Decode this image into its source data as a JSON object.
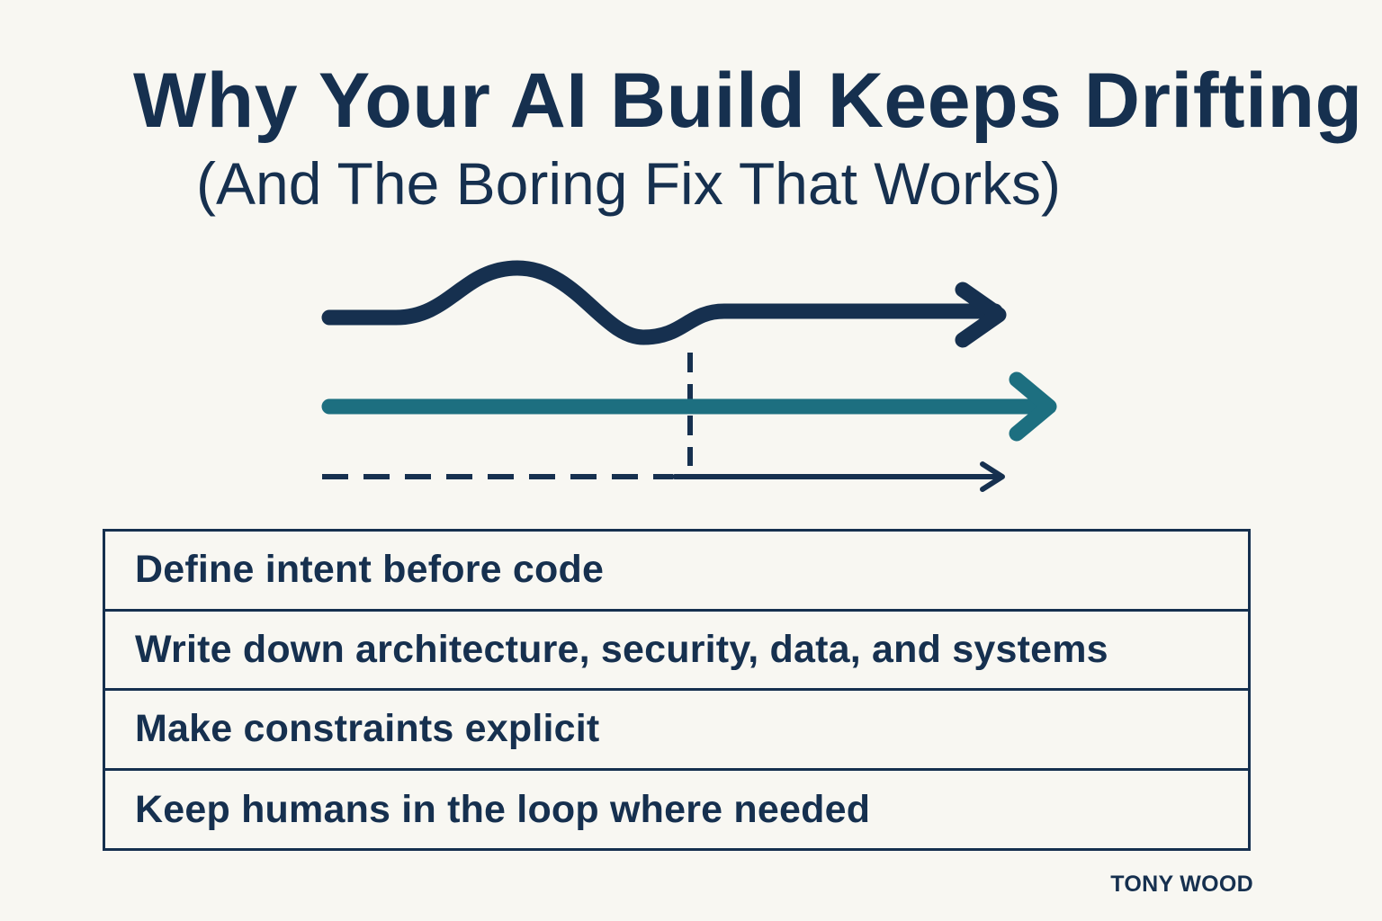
{
  "title": "Why Your AI Build Keeps Drifting",
  "subtitle": "(And The Boring Fix That Works)",
  "steps": [
    "Define intent before code",
    "Write down architecture, security, data, and systems",
    "Make constraints explicit",
    "Keep humans in the loop where needed"
  ],
  "author": "TONY WOOD",
  "colors": {
    "background": "#f8f7f2",
    "navy": "#16304f",
    "teal": "#1d6f80"
  },
  "icons": [
    "wavy-drift-arrow-icon",
    "straight-teal-arrow-icon",
    "dashed-baseline-arrow-icon"
  ]
}
